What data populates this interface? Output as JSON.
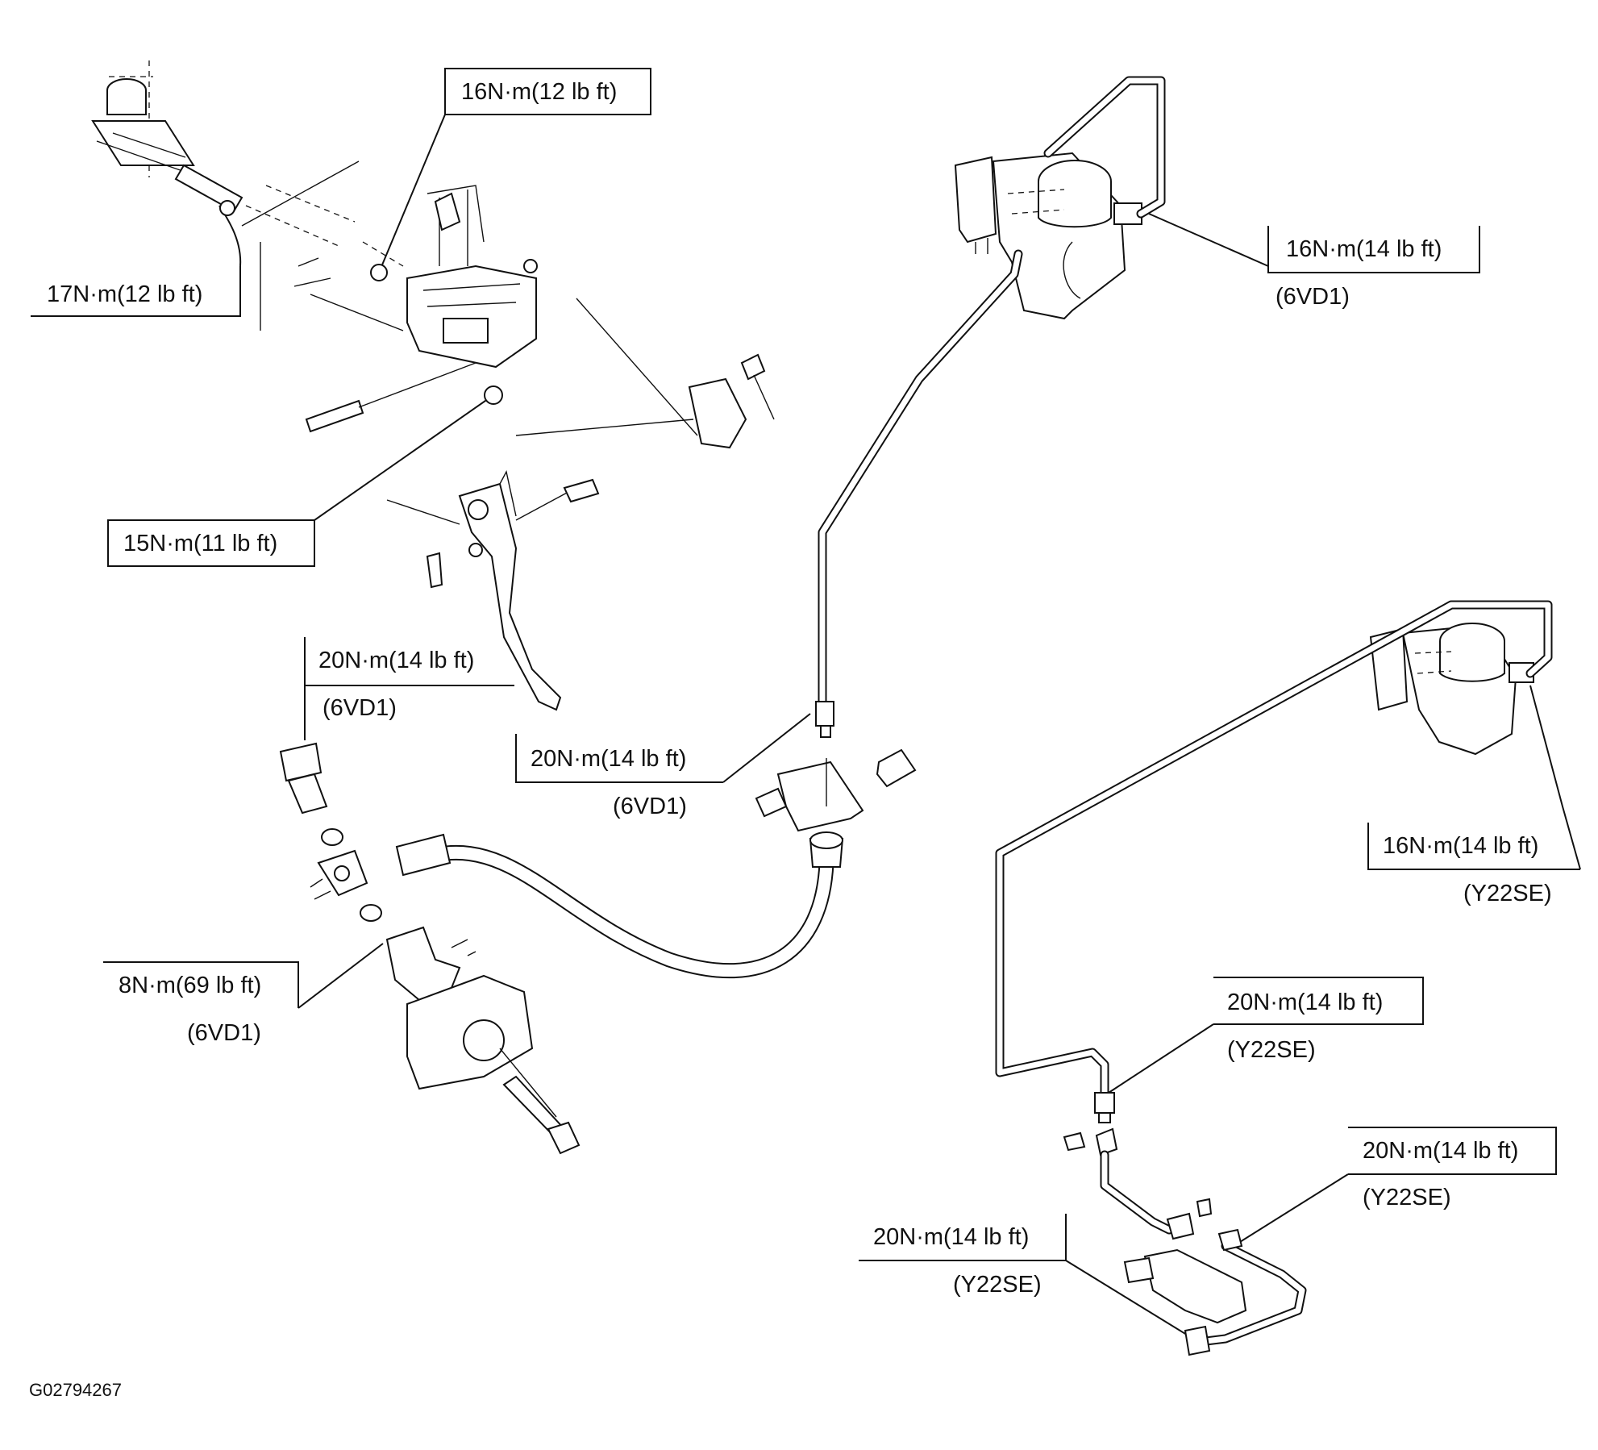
{
  "labels": {
    "l1": {
      "torque": "16N·m(12 lb ft)",
      "variant": ""
    },
    "l2": {
      "torque": "17N·m(12 lb ft)",
      "variant": ""
    },
    "l3": {
      "torque": "15N·m(11 lb ft)",
      "variant": ""
    },
    "l4": {
      "torque": "20N·m(14 lb ft)",
      "variant": "(6VD1)"
    },
    "l5": {
      "torque": "20N·m(14 lb ft)",
      "variant": "(6VD1)"
    },
    "l6": {
      "torque": "8N·m(69 lb ft)",
      "variant": "(6VD1)"
    },
    "l7": {
      "torque": "16N·m(14 lb ft)",
      "variant": "(6VD1)"
    },
    "l8": {
      "torque": "16N·m(14 lb ft)",
      "variant": "(Y22SE)"
    },
    "l9": {
      "torque": "20N·m(14 lb ft)",
      "variant": "(Y22SE)"
    },
    "l10": {
      "torque": "20N·m(14 lb ft)",
      "variant": "(Y22SE)"
    },
    "l11": {
      "torque": "20N·m(14 lb ft)",
      "variant": "(Y22SE)"
    }
  },
  "figure_id": "G02794267",
  "colors": {
    "ink": "#111111",
    "paper": "#ffffff"
  }
}
